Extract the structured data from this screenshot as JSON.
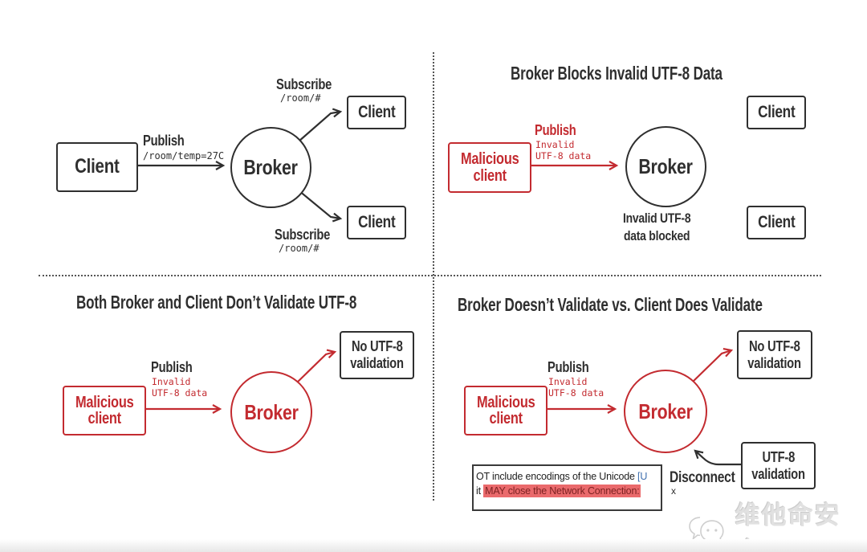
{
  "colors": {
    "ink_dark": "#2f2f2f",
    "accent_red": "#c32b30",
    "highlight_bg": "#ea6a6c",
    "highlight_text": "#7d2222",
    "link_blue": "#3f6fae",
    "watermark_gray": "#dcdcdc"
  },
  "diagram": {
    "q1": {
      "client_left": "Client",
      "broker": "Broker",
      "client_top": "Client",
      "client_bottom": "Client",
      "publish": "Publish",
      "publish_topic": "/room/temp=27C",
      "subscribe_top": "Subscribe",
      "subscribe_top_topic": "/room/#",
      "subscribe_bottom": "Subscribe",
      "subscribe_bottom_topic": "/room/#"
    },
    "q2": {
      "title": "Broker Blocks Invalid UTF-8 Data",
      "malicious_l1": "Malicious",
      "malicious_l2": "client",
      "publish": "Publish",
      "invalid_l1": "Invalid",
      "invalid_l2": "UTF-8 data",
      "broker": "Broker",
      "blocked_l1": "Invalid UTF-8",
      "blocked_l2": "data blocked",
      "client_top": "Client",
      "client_bottom": "Client"
    },
    "q3": {
      "title": "Both Broker and Client Don’t Validate UTF-8",
      "malicious_l1": "Malicious",
      "malicious_l2": "client",
      "publish": "Publish",
      "invalid_l1": "Invalid",
      "invalid_l2": "UTF-8 data",
      "broker": "Broker",
      "novalid_l1": "No UTF-8",
      "novalid_l2": "validation"
    },
    "q4": {
      "title": "Broker Doesn’t Validate vs. Client Does Validate",
      "malicious_l1": "Malicious",
      "malicious_l2": "client",
      "publish": "Publish",
      "invalid_l1": "Invalid",
      "invalid_l2": "UTF-8 data",
      "broker": "Broker",
      "novalid_l1": "No UTF-8",
      "novalid_l2": "validation",
      "valid_l1": "UTF-8",
      "valid_l2": "validation",
      "disconnect": "Disconnect",
      "disconnect_x": "x",
      "excerpt_line1_pre": "OT include encodings of the Unicode ",
      "excerpt_line1_link": "[U",
      "excerpt_line2_pre": "it ",
      "excerpt_line2_highlight": "MAY close the Network Connection:"
    },
    "watermark": "维他命安全"
  }
}
